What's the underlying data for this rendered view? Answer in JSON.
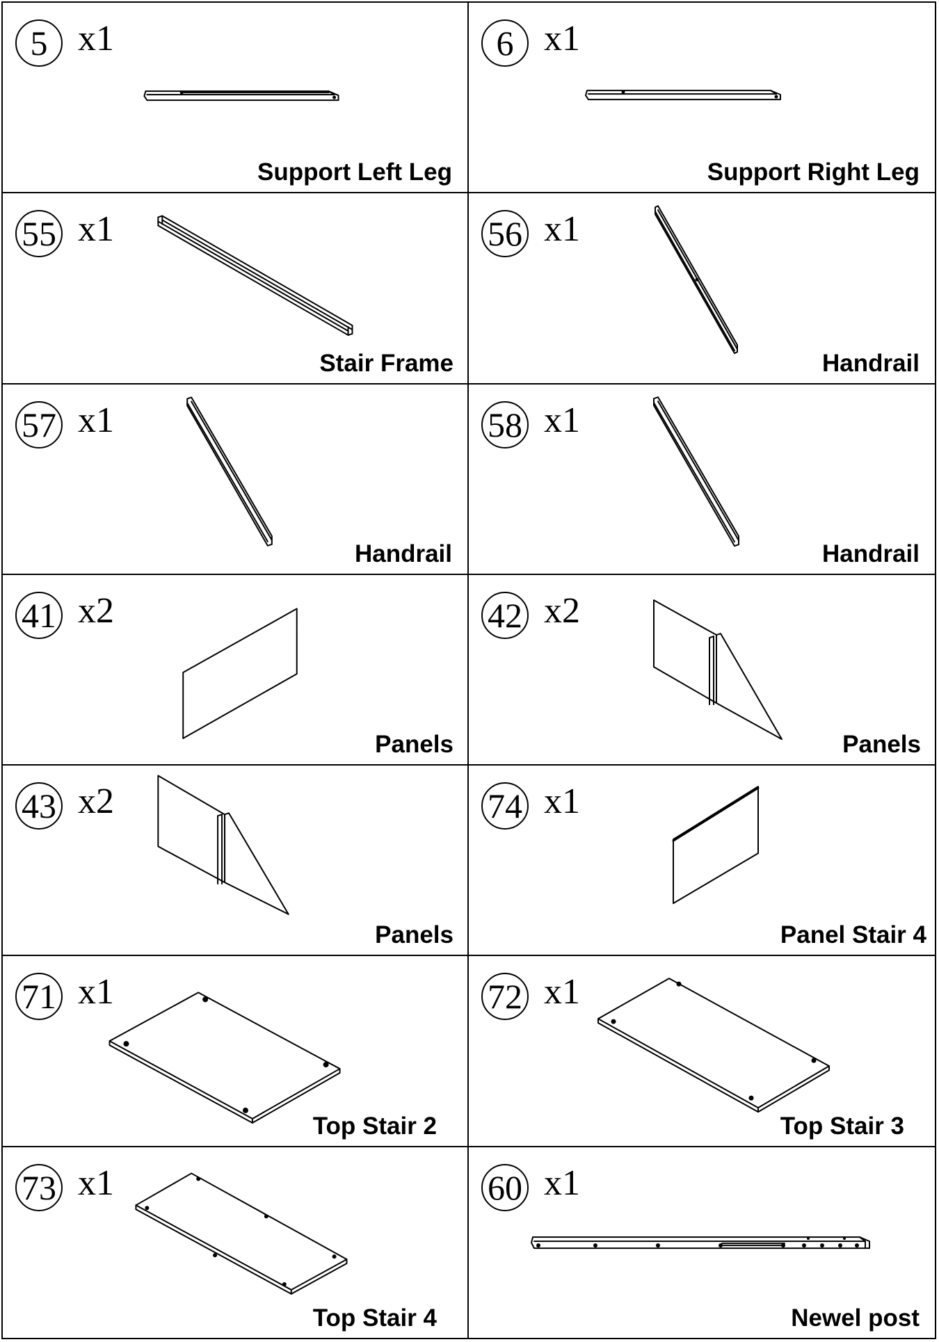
{
  "parts": [
    {
      "number": "5",
      "qty": "x1",
      "label": "Support Left Leg"
    },
    {
      "number": "6",
      "qty": "x1",
      "label": "Support Right Leg"
    },
    {
      "number": "55",
      "qty": "x1",
      "label": "Stair Frame"
    },
    {
      "number": "56",
      "qty": "x1",
      "label": "Handrail"
    },
    {
      "number": "57",
      "qty": "x1",
      "label": "Handrail"
    },
    {
      "number": "58",
      "qty": "x1",
      "label": "Handrail"
    },
    {
      "number": "41",
      "qty": "x2",
      "label": "Panels"
    },
    {
      "number": "42",
      "qty": "x2",
      "label": "Panels"
    },
    {
      "number": "43",
      "qty": "x2",
      "label": "Panels"
    },
    {
      "number": "74",
      "qty": "x1",
      "label": "Panel Stair 4"
    },
    {
      "number": "71",
      "qty": "x1",
      "label": "Top Stair 2"
    },
    {
      "number": "72",
      "qty": "x1",
      "label": "Top Stair 3"
    },
    {
      "number": "73",
      "qty": "x1",
      "label": "Top Stair 4"
    },
    {
      "number": "60",
      "qty": "x1",
      "label": "Newel post"
    }
  ]
}
